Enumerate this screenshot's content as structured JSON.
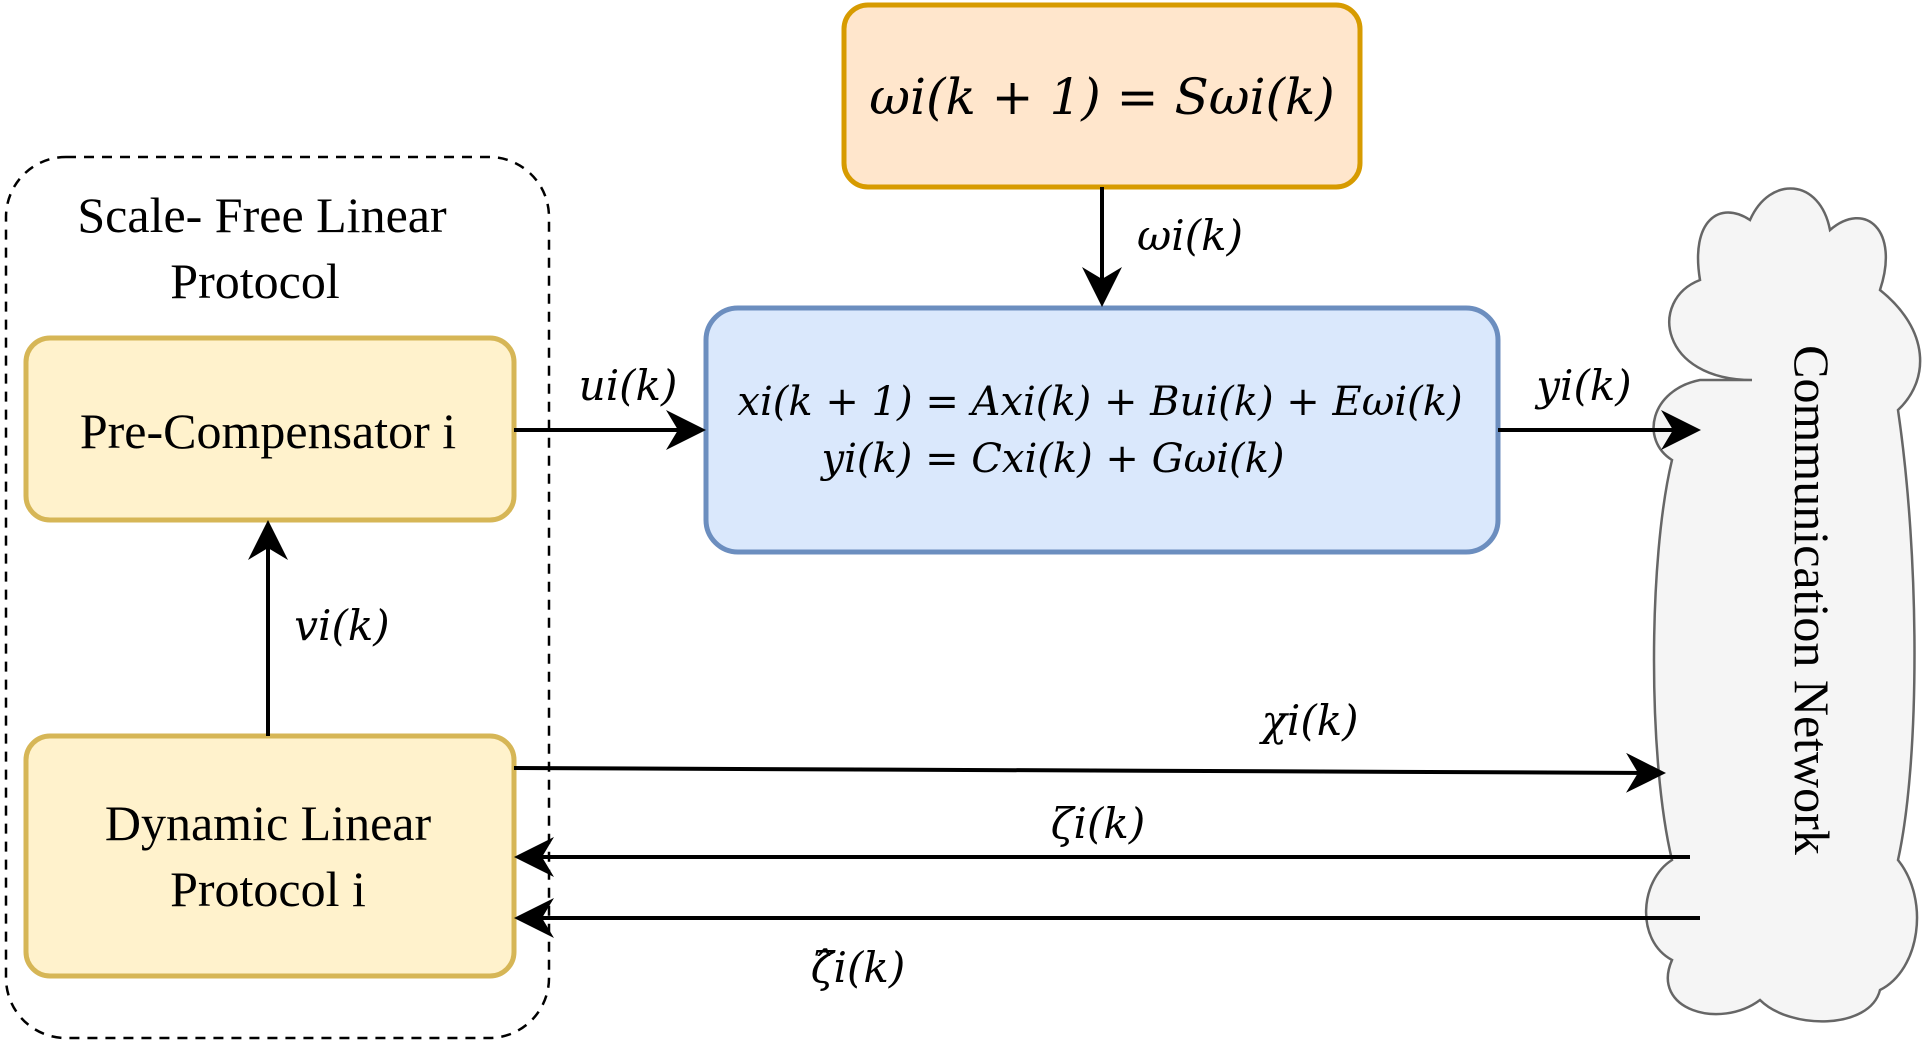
{
  "protocol_group": {
    "title_line1": "Scale- Free Linear",
    "title_line2": "Protocol"
  },
  "blocks": {
    "pre_compensator": "Pre-Compensator i",
    "dynamic_protocol_line1": "Dynamic Linear",
    "dynamic_protocol_line2": "Protocol i",
    "exosystem": "ωi(k + 1) = Sωi(k)",
    "plant_eq1": "xi(k + 1) = Axi(k) + Bui(k) + Eωi(k)",
    "plant_eq2": "yi(k) = Cxi(k) + Gωi(k)",
    "network": "Communication Network"
  },
  "signals": {
    "omega": "ωi(k)",
    "u": "ui(k)",
    "y": "yi(k)",
    "v": "vi(k)",
    "chi": "χi(k)",
    "zeta": "ζi(k)",
    "zeta_hat": "ζ̂i(k)"
  },
  "colors": {
    "yellow_fill": "#fff2cc",
    "yellow_stroke": "#d6b656",
    "orange_fill": "#ffe6cc",
    "orange_stroke": "#d79b00",
    "blue_fill": "#dae8fc",
    "blue_stroke": "#6c8ebf",
    "cloud_fill": "#f5f5f5",
    "cloud_stroke": "#666666"
  }
}
